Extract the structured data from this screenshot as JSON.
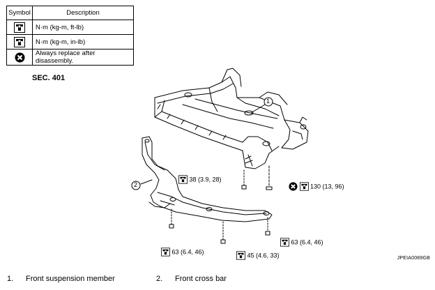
{
  "legend": {
    "header_symbol": "Symbol",
    "header_description": "Description",
    "rows": [
      {
        "icon": "torque-wrench-icon",
        "description": "N·m (kg-m, ft-lb)"
      },
      {
        "icon": "torque-wrench-inlb-icon",
        "description": "N·m (kg-m, in-lb)"
      },
      {
        "icon": "always-replace-icon",
        "description": "Always replace after disassembly."
      }
    ]
  },
  "section": "SEC. 401",
  "callouts": {
    "c1": "1",
    "c2": "2"
  },
  "torques": {
    "t1": "38 (3.9, 28)",
    "t2": "130 (13, 96)",
    "t3": "63 (6.4, 46)",
    "t4": "63 (6.4, 46)",
    "t5": "45 (4.6, 33)"
  },
  "figure_code": "JPEIA0089GB",
  "parts": [
    {
      "num": "1.",
      "name": "Front suspension member"
    },
    {
      "num": "2.",
      "name": "Front cross bar"
    }
  ]
}
